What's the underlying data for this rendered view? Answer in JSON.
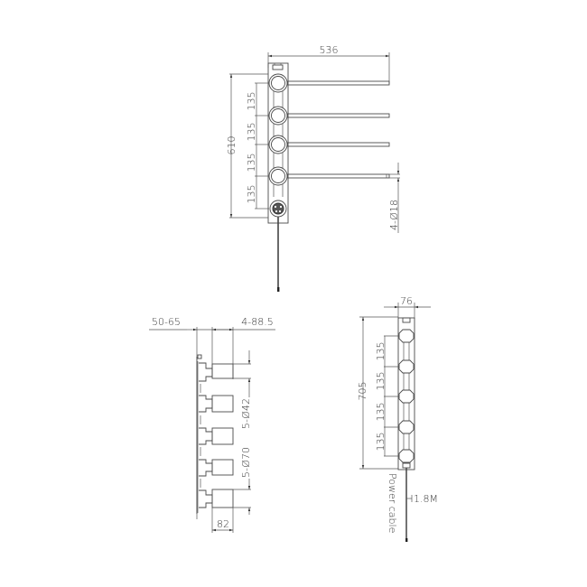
{
  "front_view": {
    "width_label": "536",
    "height_label": "610",
    "spacing_labels": [
      "135",
      "135",
      "135",
      "135"
    ],
    "bar_diameter_label": "4-Ø18"
  },
  "side_view": {
    "depth_label": "50-65",
    "projection_label": "4-88.5",
    "knob_small_diameter_label": "5-Ø42",
    "knob_large_diameter_label": "5-Ø70",
    "bottom_projection_label": "82"
  },
  "rear_view": {
    "width_label": "76",
    "height_label": "705",
    "spacing_labels": [
      "135",
      "135",
      "135",
      "135"
    ],
    "cable_length_label": "1.8M",
    "cable_label": "Power cable"
  },
  "colors": {
    "line": "#4a4a4a",
    "background": "#ffffff"
  }
}
